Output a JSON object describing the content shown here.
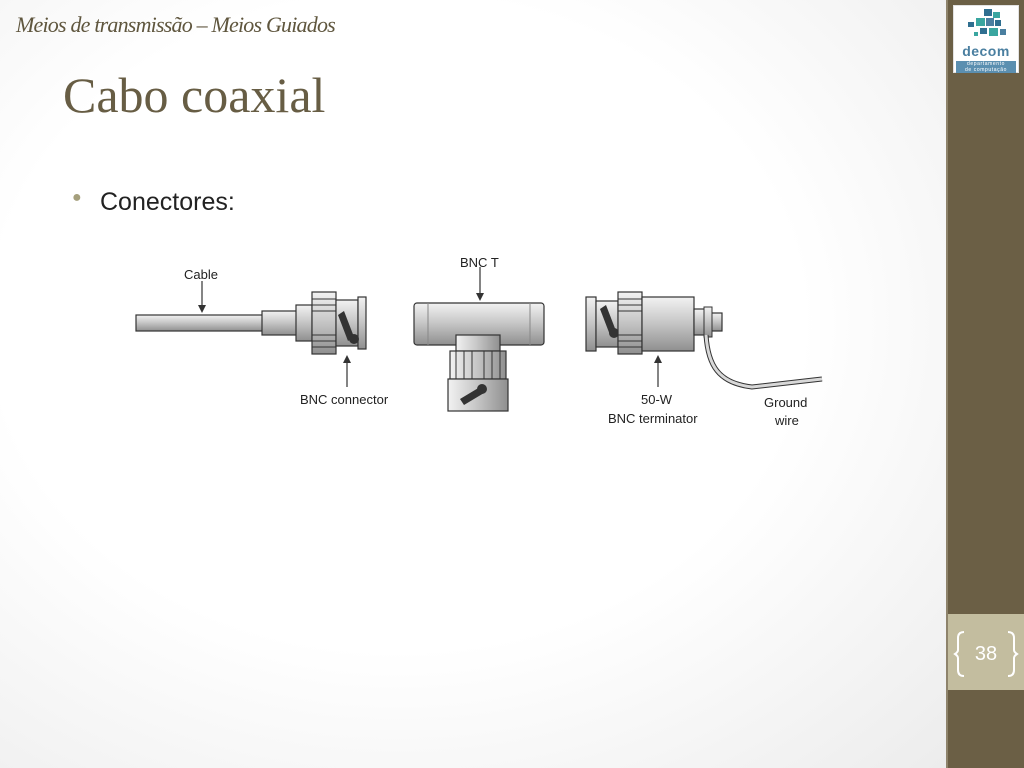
{
  "header": {
    "subtitle": "Meios de transmissão – Meios Guiados",
    "title": "Cabo coaxial"
  },
  "content": {
    "bullets": [
      "Conectores:"
    ]
  },
  "figure": {
    "labels": {
      "cable": "Cable",
      "bnc_connector": "BNC connector",
      "bnc_t": "BNC T",
      "terminator_line1": "50-W",
      "terminator_line2": "BNC terminator",
      "ground_line1": "Ground",
      "ground_line2": "wire"
    }
  },
  "logo": {
    "word": "decom",
    "sub_line1": "departamento",
    "sub_line2": "de computação"
  },
  "page_number": "38",
  "colors": {
    "sidebar": "#6b5f45",
    "page_box": "#c3bd9f",
    "title": "#675d44",
    "bullet": "#a59f7c",
    "logo_blue": "#4a7fa0",
    "logo_teal": "#3aa6a0"
  }
}
